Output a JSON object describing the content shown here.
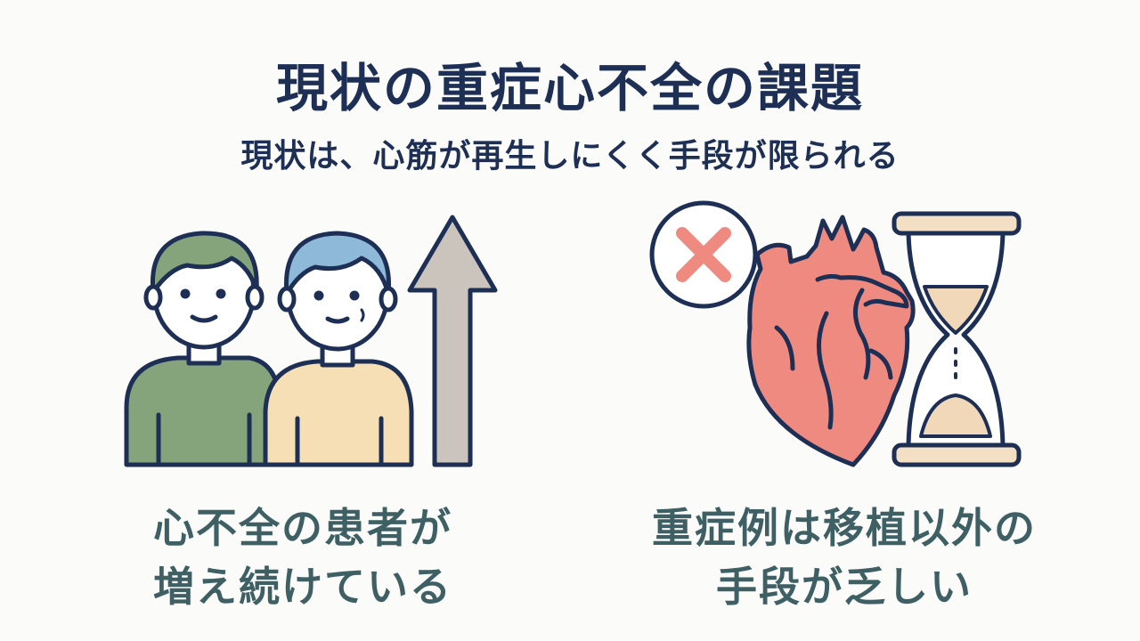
{
  "title": "現状の重症心不全の課題",
  "subtitle": "現状は、心筋が再生しにくく手段が限られる",
  "left_panel": {
    "caption_line1": "心不全の患者が",
    "caption_line2": "増え続けている"
  },
  "right_panel": {
    "caption_line1": "重症例は移植以外の",
    "caption_line2": "手段が乏しい"
  },
  "colors": {
    "outline": "#1e2f55",
    "person1_hair": "#86a47c",
    "person1_shirt": "#86a47c",
    "person2_hair": "#8fb9d8",
    "person2_shirt": "#f6dfb4",
    "skin": "#ffffff",
    "arrow": "#cbc4bc",
    "heart": "#ef8a80",
    "hourglass_frame": "#f3dfc3",
    "sand": "#f0d8b8",
    "cross": "#ef8a80"
  },
  "icons": [
    "person-icon",
    "person-icon",
    "up-arrow-icon",
    "x-mark-icon",
    "heart-icon",
    "hourglass-icon"
  ]
}
